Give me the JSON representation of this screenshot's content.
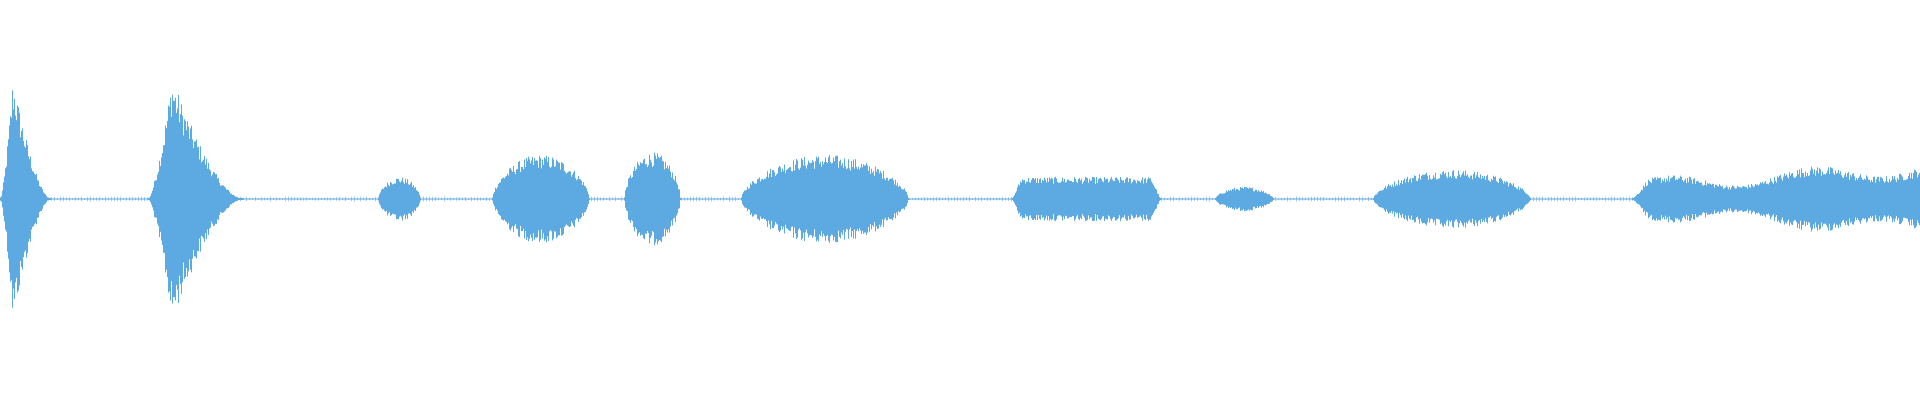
{
  "waveform": {
    "color": "#5DA9E1",
    "segments": [
      {
        "name": "burst-1",
        "start": 0.0,
        "end": 0.026,
        "amp": 1.0,
        "shape": "spike"
      },
      {
        "name": "burst-2",
        "start": 0.077,
        "end": 0.126,
        "amp": 1.0,
        "shape": "spike"
      },
      {
        "name": "burst-3",
        "start": 0.197,
        "end": 0.219,
        "amp": 0.18,
        "shape": "blob"
      },
      {
        "name": "burst-4",
        "start": 0.256,
        "end": 0.307,
        "amp": 0.36,
        "shape": "blob"
      },
      {
        "name": "burst-5",
        "start": 0.325,
        "end": 0.354,
        "amp": 0.38,
        "shape": "blob"
      },
      {
        "name": "burst-6",
        "start": 0.386,
        "end": 0.473,
        "amp": 0.36,
        "shape": "blob"
      },
      {
        "name": "burst-7",
        "start": 0.527,
        "end": 0.604,
        "amp": 0.18,
        "shape": "flat"
      },
      {
        "name": "burst-8",
        "start": 0.633,
        "end": 0.663,
        "amp": 0.1,
        "shape": "blob"
      },
      {
        "name": "burst-9",
        "start": 0.715,
        "end": 0.797,
        "amp": 0.24,
        "shape": "blob"
      },
      {
        "name": "burst-10",
        "start": 0.85,
        "end": 1.0,
        "amp": 0.33,
        "shape": "ramp"
      }
    ],
    "baseline_gaps_amp": 0.01
  }
}
